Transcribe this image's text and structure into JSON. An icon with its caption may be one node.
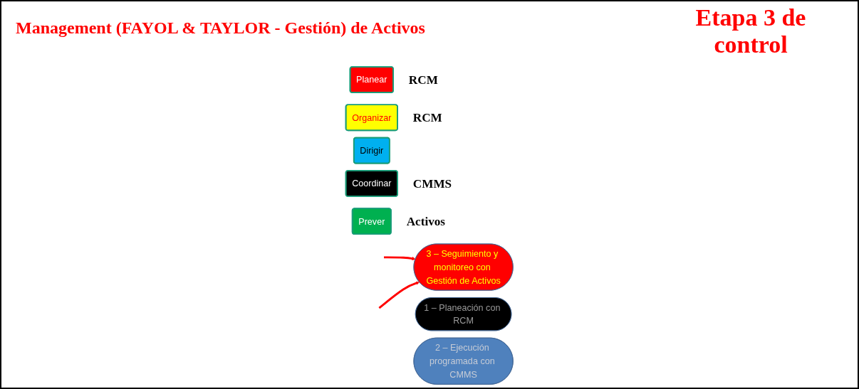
{
  "diagram": {
    "title": "Management (FAYOL & TAYLOR - Gestión) de Activos",
    "nodes": [
      {
        "text": [
          "Planear"
        ],
        "beside": [
          "RCM"
        ]
      },
      {
        "text": [
          "Organizar"
        ],
        "beside": [
          "RCM"
        ]
      },
      {
        "text": [
          "Dirigir"
        ]
      },
      {
        "text": [
          "Coordinar"
        ],
        "beside": [
          "CMMS"
        ]
      },
      {
        "text": [
          "Prever"
        ],
        "beside": [
          "Activos"
        ]
      },
      {
        "text": [
          "1 – Planeación con RCM"
        ]
      },
      {
        "text": [
          "2 – Ejecución programada con CMMS"
        ]
      },
      {
        "text": [
          "3 – Seguimiento y monitoreo con Gestión de Activos"
        ]
      }
    ],
    "edges": [
      {
        "from": null,
        "to": 7,
        "arrow": "to",
        "color": "#ff0000"
      },
      {
        "from": null,
        "to": 7,
        "arrow": "to",
        "color": "#ff0000"
      }
    ],
    "labels": [
      "Etapa 3 de control"
    ]
  }
}
